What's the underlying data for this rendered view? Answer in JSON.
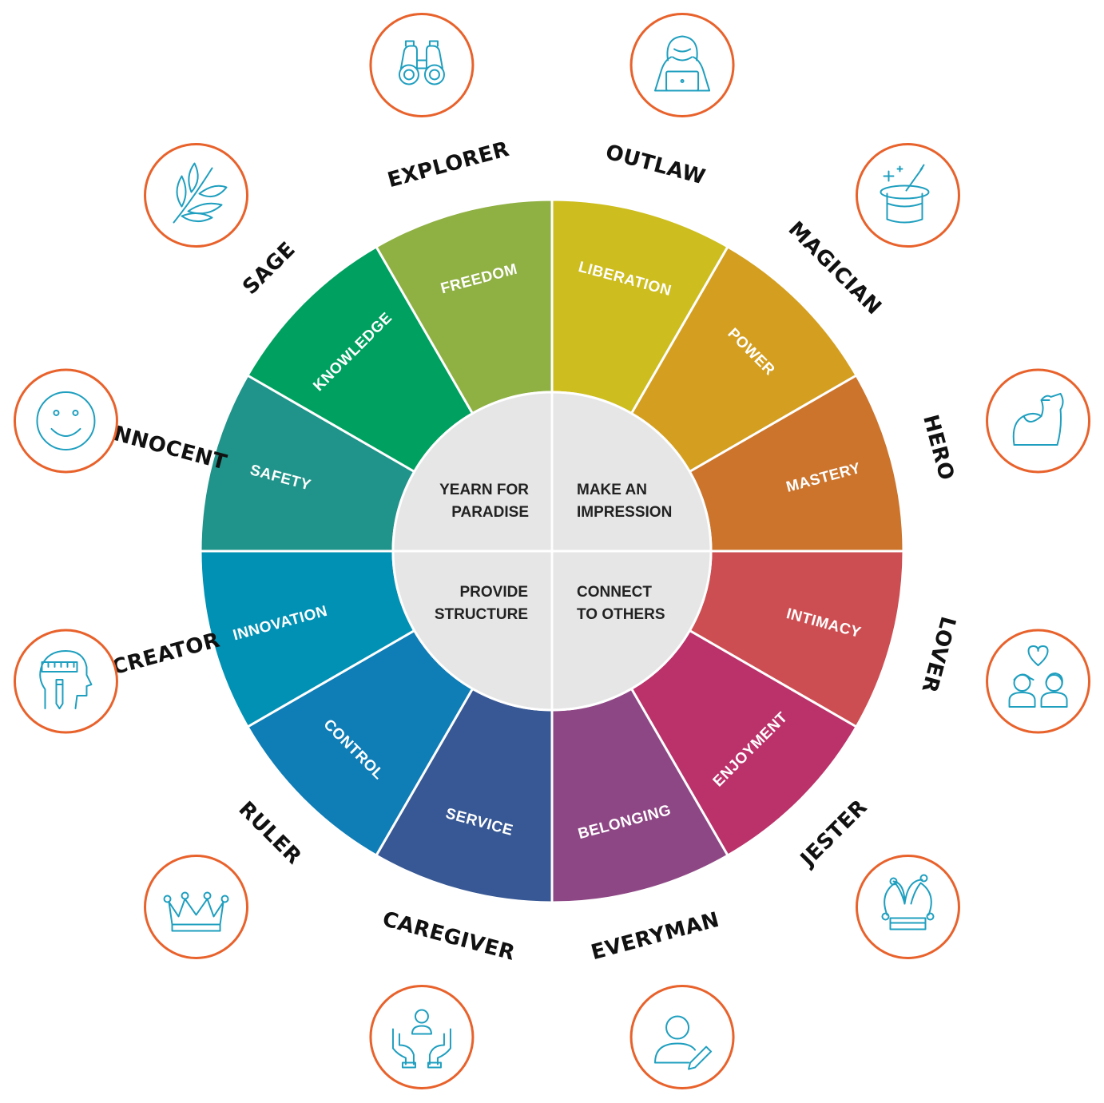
{
  "colors": {
    "icon_ring": "#e8622c",
    "icon_stroke": "#1f9fbf",
    "center_fill": "#e6e6e6",
    "divider": "#ffffff",
    "label_text": "#111111"
  },
  "center": {
    "quadrants": [
      {
        "id": "tl",
        "line1": "YEARN FOR",
        "line2": "PARADISE"
      },
      {
        "id": "tr",
        "line1": "MAKE AN",
        "line2": "IMPRESSION"
      },
      {
        "id": "bl",
        "line1": "PROVIDE",
        "line2": "STRUCTURE"
      },
      {
        "id": "br",
        "line1": "CONNECT",
        "line2": "TO OTHERS"
      }
    ]
  },
  "segments": [
    {
      "motivation": "LIBERATION",
      "archetype": "OUTLAW",
      "icon": "hooded-figure-laptop-icon",
      "color": "#cdbd1e"
    },
    {
      "motivation": "POWER",
      "archetype": "MAGICIAN",
      "icon": "magic-hat-wand-icon",
      "color": "#d49f20"
    },
    {
      "motivation": "MASTERY",
      "archetype": "HERO",
      "icon": "flexed-arm-icon",
      "color": "#cc742c"
    },
    {
      "motivation": "INTIMACY",
      "archetype": "LOVER",
      "icon": "couple-heart-icon",
      "color": "#cd4e52"
    },
    {
      "motivation": "ENJOYMENT",
      "archetype": "JESTER",
      "icon": "jester-hat-icon",
      "color": "#bb316a"
    },
    {
      "motivation": "BELONGING",
      "archetype": "EVERYMAN",
      "icon": "person-pencil-icon",
      "color": "#8e4785"
    },
    {
      "motivation": "SERVICE",
      "archetype": "CAREGIVER",
      "icon": "caring-hands-icon",
      "color": "#375894"
    },
    {
      "motivation": "CONTROL",
      "archetype": "RULER",
      "icon": "crown-icon",
      "color": "#0f7db6"
    },
    {
      "motivation": "INNOVATION",
      "archetype": "CREATOR",
      "icon": "head-ruler-pencil-icon",
      "color": "#0191b4"
    },
    {
      "motivation": "SAFETY",
      "archetype": "INNOCENT",
      "icon": "smiley-face-icon",
      "color": "#20948a"
    },
    {
      "motivation": "KNOWLEDGE",
      "archetype": "SAGE",
      "icon": "olive-branch-icon",
      "color": "#00a060"
    },
    {
      "motivation": "FREEDOM",
      "archetype": "EXPLORER",
      "icon": "binoculars-icon",
      "color": "#8fb043"
    }
  ]
}
